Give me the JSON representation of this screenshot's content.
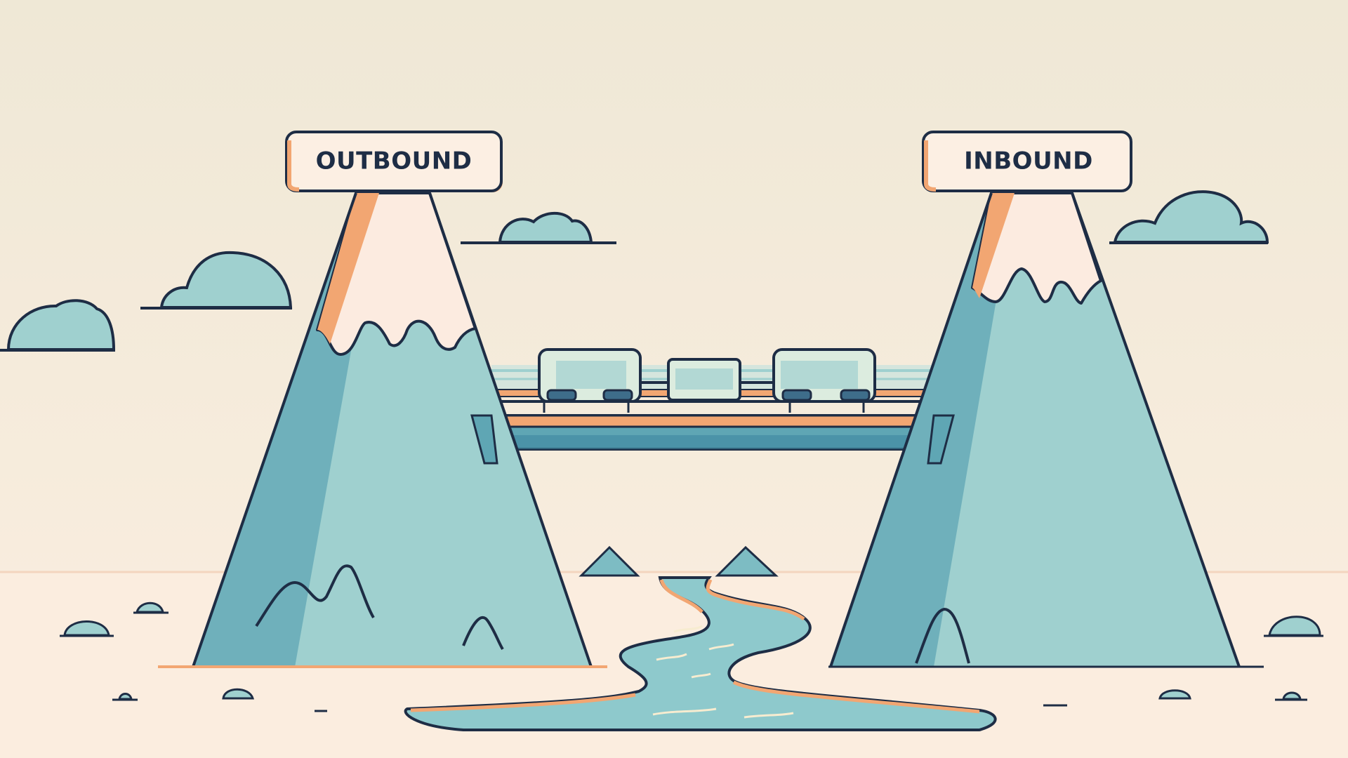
{
  "signs": {
    "left": {
      "label": "OUTBOUND"
    },
    "right": {
      "label": "INBOUND"
    }
  },
  "palette": {
    "background_top": "#efe8d6",
    "background_bottom": "#fbeee0",
    "ground": "#fbeddf",
    "outline": "#1e2d45",
    "teal": "#9fd0cf",
    "teal_shadow": "#5fa6b4",
    "snow": "#fcebe0",
    "orange": "#f2a672",
    "water": "#8ec9cc",
    "water_highlight": "#f7ecd0"
  },
  "icons": [
    "cloud",
    "mountain",
    "bridge",
    "train",
    "river",
    "signboard",
    "rock"
  ]
}
